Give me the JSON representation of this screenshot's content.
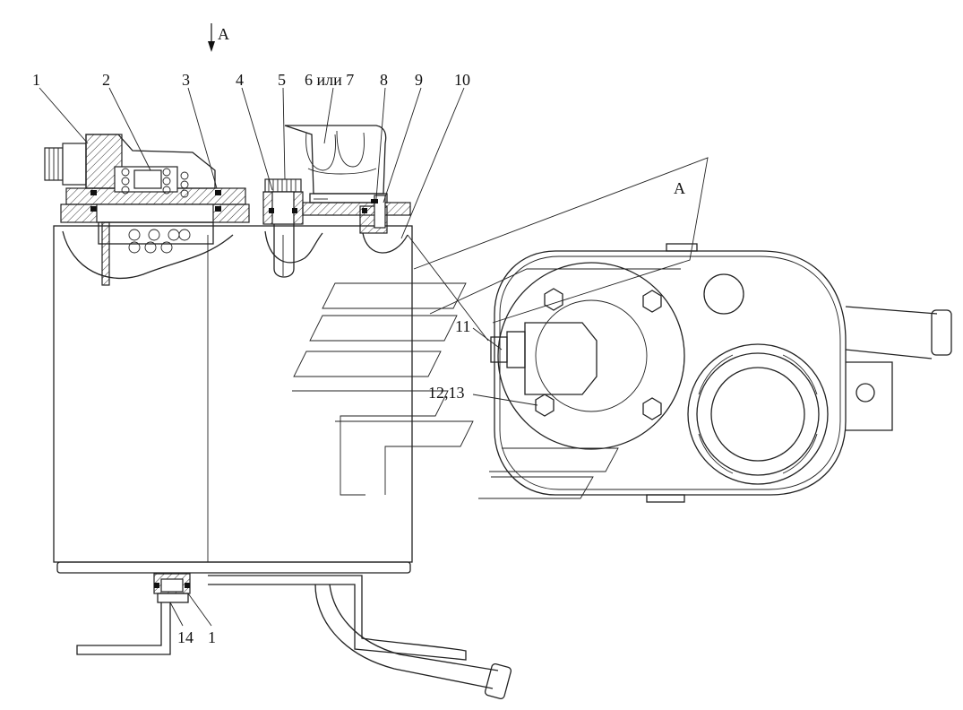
{
  "view": {
    "arrow_label": "A",
    "section_label": "A"
  },
  "callouts": [
    {
      "id": "c1",
      "text": "1"
    },
    {
      "id": "c2",
      "text": "2"
    },
    {
      "id": "c3",
      "text": "3"
    },
    {
      "id": "c4",
      "text": "4"
    },
    {
      "id": "c5",
      "text": "5"
    },
    {
      "id": "c6",
      "text": "6 или 7"
    },
    {
      "id": "c8",
      "text": "8"
    },
    {
      "id": "c9",
      "text": "9"
    },
    {
      "id": "c10",
      "text": "10"
    },
    {
      "id": "c11",
      "text": "11"
    },
    {
      "id": "c12",
      "text": "12,13"
    },
    {
      "id": "c14",
      "text": "14"
    },
    {
      "id": "c1b",
      "text": "1"
    }
  ]
}
